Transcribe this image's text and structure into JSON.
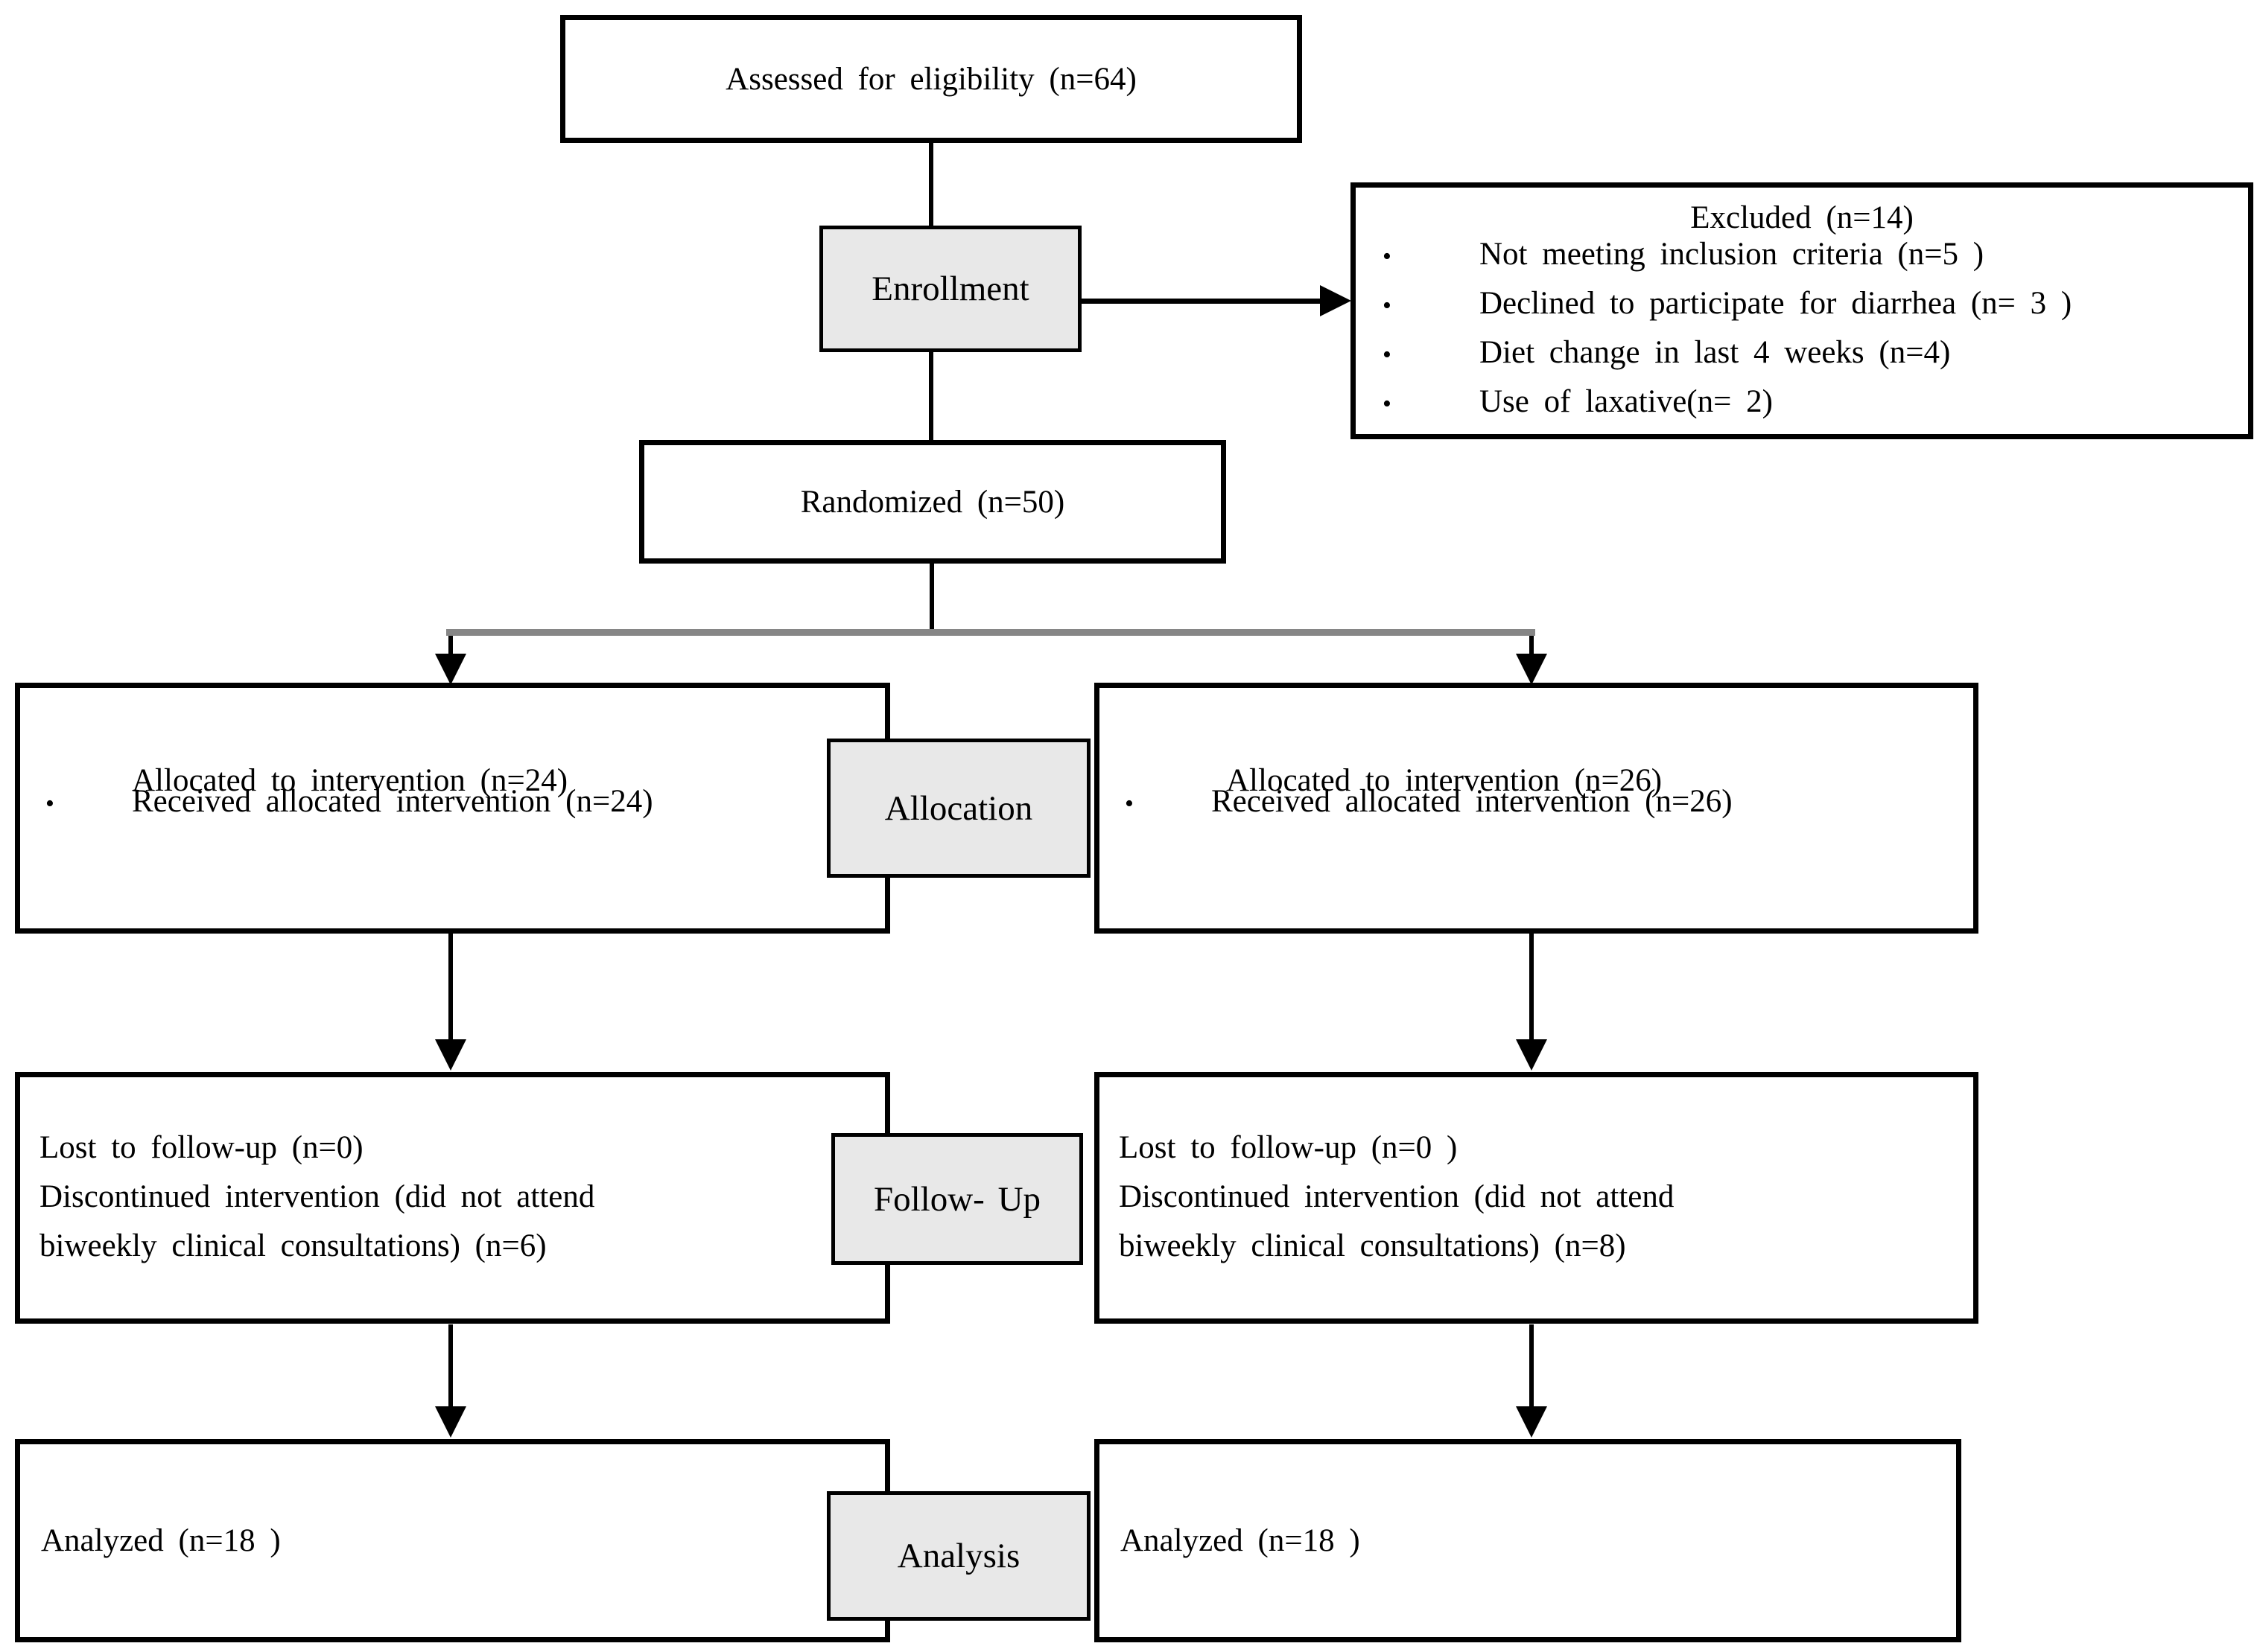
{
  "colors": {
    "line": "#000000",
    "stage_fill": "#e8e8e8",
    "branch_line": "#868686",
    "box_background": "#ffffff"
  },
  "glyphs": {
    "bullet": "•"
  },
  "diagram": {
    "assessed": {
      "text": "Assessed for eligibility (n=64)"
    },
    "stages": {
      "enrollment": "Enrollment",
      "allocation": "Allocation",
      "follow_up": "Follow- Up",
      "analysis": "Analysis"
    },
    "excluded": {
      "title": "Excluded (n=14)",
      "items": [
        "Not meeting inclusion criteria (n=5 )",
        "Declined to participate for diarrhea (n= 3 )",
        "Diet change in last 4 weeks (n=4)",
        "Use of laxative(n= 2)"
      ]
    },
    "randomized": {
      "text": "Randomized (n=50)"
    },
    "allocation_left": {
      "line1": "Allocated to intervention (n=24)",
      "bullet_text": "Received allocated intervention (n=24)"
    },
    "allocation_right": {
      "line1": "Allocated to intervention (n=26)",
      "bullet_text": "Received allocated intervention (n=26)"
    },
    "followup_left": {
      "line1": "Lost to follow-up (n=0)",
      "line2": "Discontinued intervention (did not attend",
      "line3": "biweekly clinical consultations) (n=6)"
    },
    "followup_right": {
      "line1": "Lost to follow-up (n=0 )",
      "line2": "Discontinued intervention (did not attend",
      "line3": "biweekly clinical consultations) (n=8)"
    },
    "analysis_left": {
      "text": "Analyzed (n=18 )"
    },
    "analysis_right": {
      "text": "Analyzed (n=18 )"
    }
  }
}
